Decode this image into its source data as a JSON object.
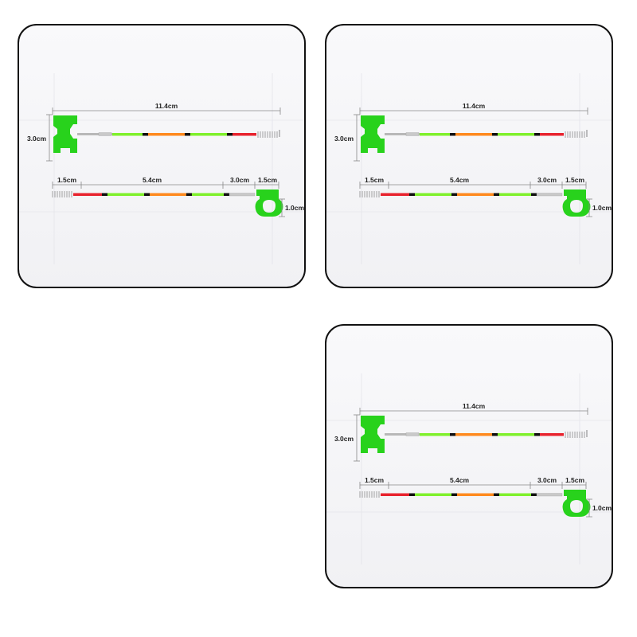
{
  "panels": [
    {
      "labels": {
        "total_length": "11.4cm",
        "head_height": "3.0cm",
        "seg_tip": "1.5cm",
        "seg_mid": "5.4cm",
        "seg_upper": "3.0cm",
        "seg_clip": "1.5cm",
        "clip_height": "1.0cm"
      }
    },
    {
      "labels": {
        "total_length": "11.4cm",
        "head_height": "3.0cm",
        "seg_tip": "1.5cm",
        "seg_mid": "5.4cm",
        "seg_upper": "3.0cm",
        "seg_clip": "1.5cm",
        "clip_height": "1.0cm"
      }
    },
    {
      "labels": {
        "total_length": "11.4cm",
        "head_height": "3.0cm",
        "seg_tip": "1.5cm",
        "seg_mid": "5.4cm",
        "seg_upper": "3.0cm",
        "seg_clip": "1.5cm",
        "clip_height": "1.0cm"
      }
    }
  ],
  "colors": {
    "green": "#7ff02c",
    "head_green": "#28d21c",
    "orange": "#ff8a1e",
    "red": "#e8232e",
    "black": "#111111",
    "spring": "#a0a0a0"
  }
}
